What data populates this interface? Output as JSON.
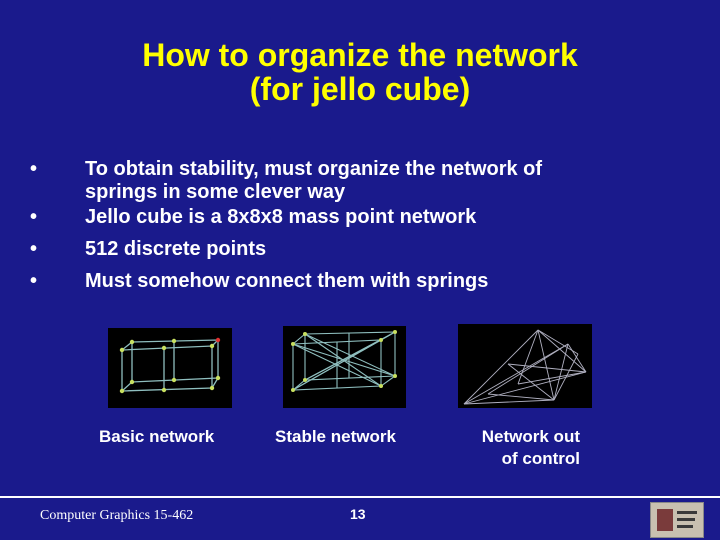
{
  "slide": {
    "title_line1": "How to organize the network",
    "title_line2": "(for jello cube)",
    "bullet_marker": "•",
    "bullets": [
      {
        "line1": "To obtain stability, must organize the network of",
        "line2": "springs in some clever way"
      },
      {
        "line1": "Jello cube is a 8x8x8 mass point network"
      },
      {
        "line1": "512 discrete points"
      },
      {
        "line1": "Must somehow connect them with springs"
      }
    ],
    "figures": [
      {
        "caption": "Basic network"
      },
      {
        "caption": "Stable network"
      },
      {
        "caption_line1": "Network out",
        "caption_line2": "of control"
      }
    ],
    "footer": "Computer Graphics 15-462",
    "page_number": "13"
  },
  "colors": {
    "background": "#1a1a8c",
    "title": "#ffff00",
    "text": "#ffffff",
    "panel": "#000000",
    "line": "#8fbfbf",
    "node": "#c8e060"
  }
}
